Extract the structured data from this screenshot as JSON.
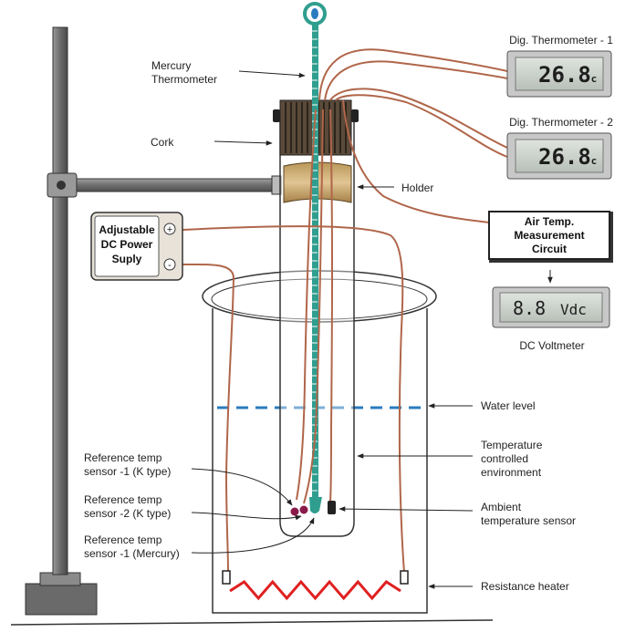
{
  "labels": {
    "mercury_thermometer": [
      "Mercury",
      "Thermometer"
    ],
    "cork": "Cork",
    "holder": "Holder",
    "water_level": "Water level",
    "temp_env": [
      "Temperature",
      "controlled",
      "environment"
    ],
    "ambient": [
      "Ambient",
      "temperature sensor"
    ],
    "resistance_heater": "Resistance heater",
    "ref1": [
      "Reference temp",
      "sensor -1 (K type)"
    ],
    "ref2": [
      "Reference temp",
      "sensor -2 (K type)"
    ],
    "ref3": [
      "Reference temp",
      "sensor -1 (Mercury)"
    ],
    "dc_voltmeter": "DC Voltmeter"
  },
  "devices": {
    "thermo1": {
      "title": "Dig. Thermometer - 1",
      "value": "26.8",
      "unit": "°c"
    },
    "thermo2": {
      "title": "Dig. Thermometer - 2",
      "value": "26.8",
      "unit": "°c"
    },
    "power_supply": {
      "lines": [
        "Adjustable",
        "DC Power",
        "Suply"
      ],
      "plus": "+",
      "minus": "-"
    },
    "air_circuit": {
      "lines": [
        "Air Temp.",
        "Measurement",
        "Circuit"
      ]
    },
    "voltmeter": {
      "value": "8.8",
      "unit": "Vdc"
    }
  },
  "colors": {
    "wire": "#b0664a",
    "thermometer": "#2f9e8f",
    "cork": "#5a4a3a",
    "holder": "#c9a96e",
    "heater": "#e02020",
    "water": "#2a7bbf",
    "stand": "#777777",
    "lcd": "#cfd6cf"
  }
}
